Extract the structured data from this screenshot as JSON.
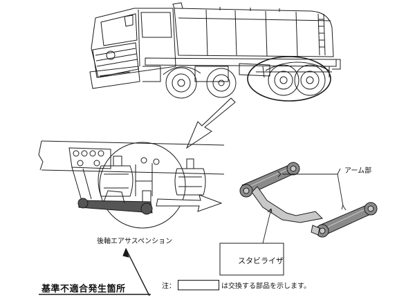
{
  "labels": {
    "arm": "アーム部",
    "rear_air_suspension": "後軸エアサスペンション",
    "stabilizer": "スタビライザ",
    "nonconforming_location": "基準不適合発生箇所",
    "note_prefix": "注：",
    "note_suffix": "は交換する部品を示します。"
  },
  "colors": {
    "line": "#1a1a1a",
    "part_dark": "#555555",
    "stabilizer_fill": "#8a8a8a",
    "stabilizer_light": "#c8c8c8"
  }
}
